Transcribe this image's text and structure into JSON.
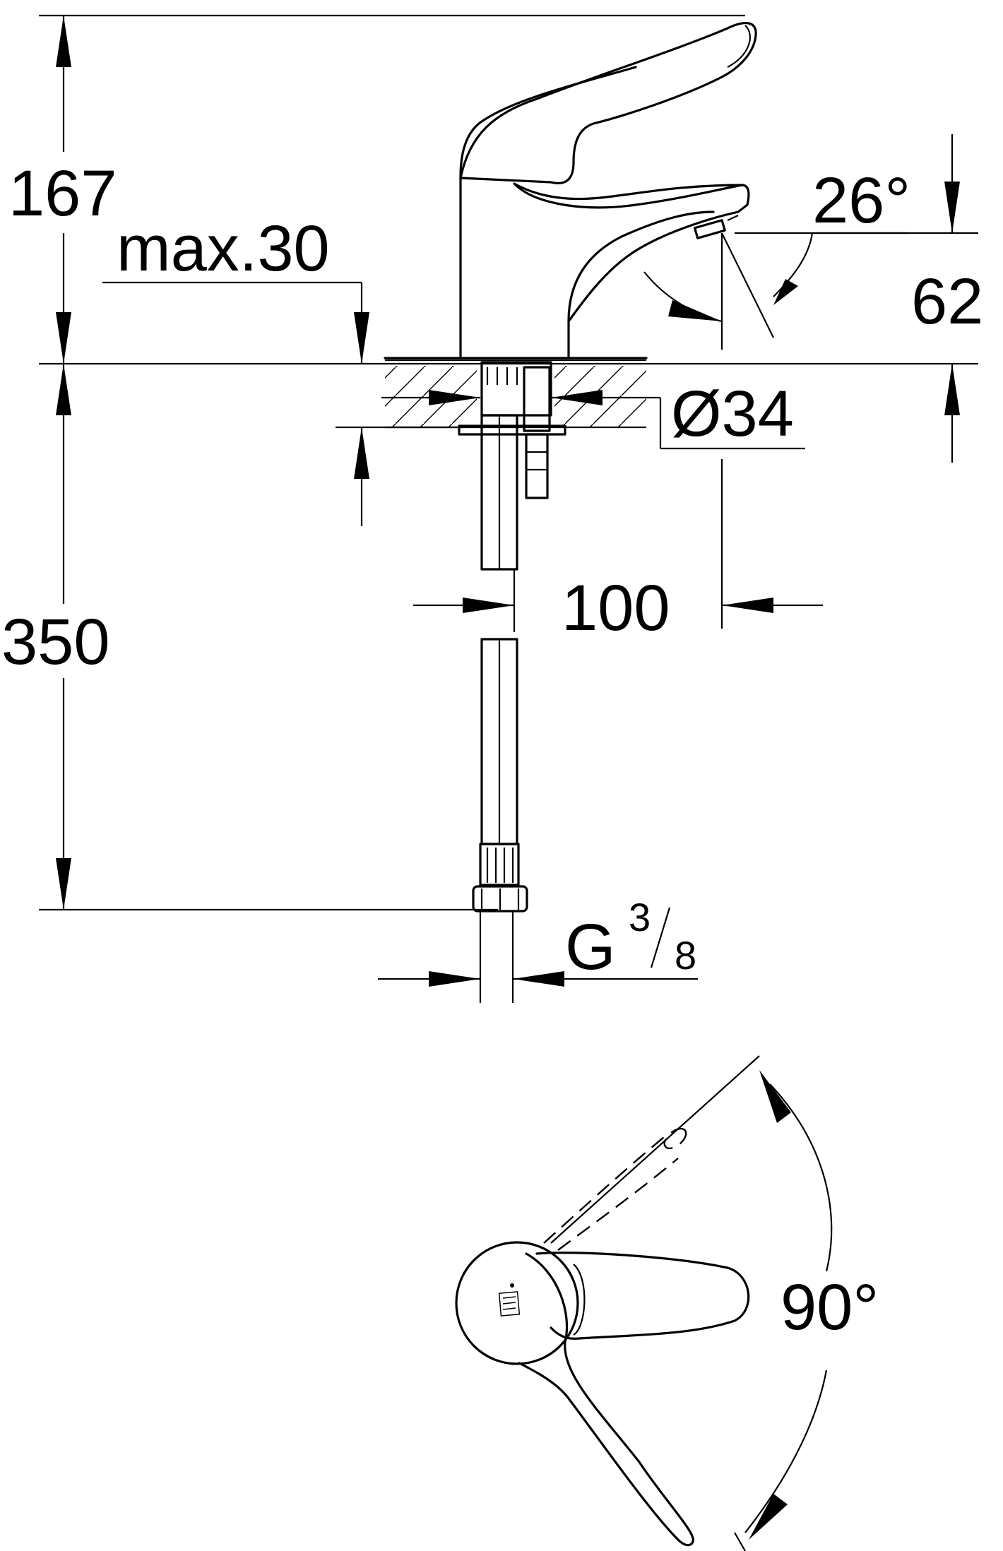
{
  "dimensions": {
    "height_top": "167",
    "max_thickness": "max.30",
    "spout_angle": "26°",
    "spout_height": "62",
    "hole_diameter": "Ø34",
    "projection": "100",
    "hose_length": "350",
    "thread_main": "G",
    "thread_num": "3",
    "thread_den": "8",
    "swivel_angle": "90°"
  },
  "colors": {
    "line": "#000000",
    "background": "#ffffff"
  },
  "icons": [
    "brand-logo-icon"
  ]
}
